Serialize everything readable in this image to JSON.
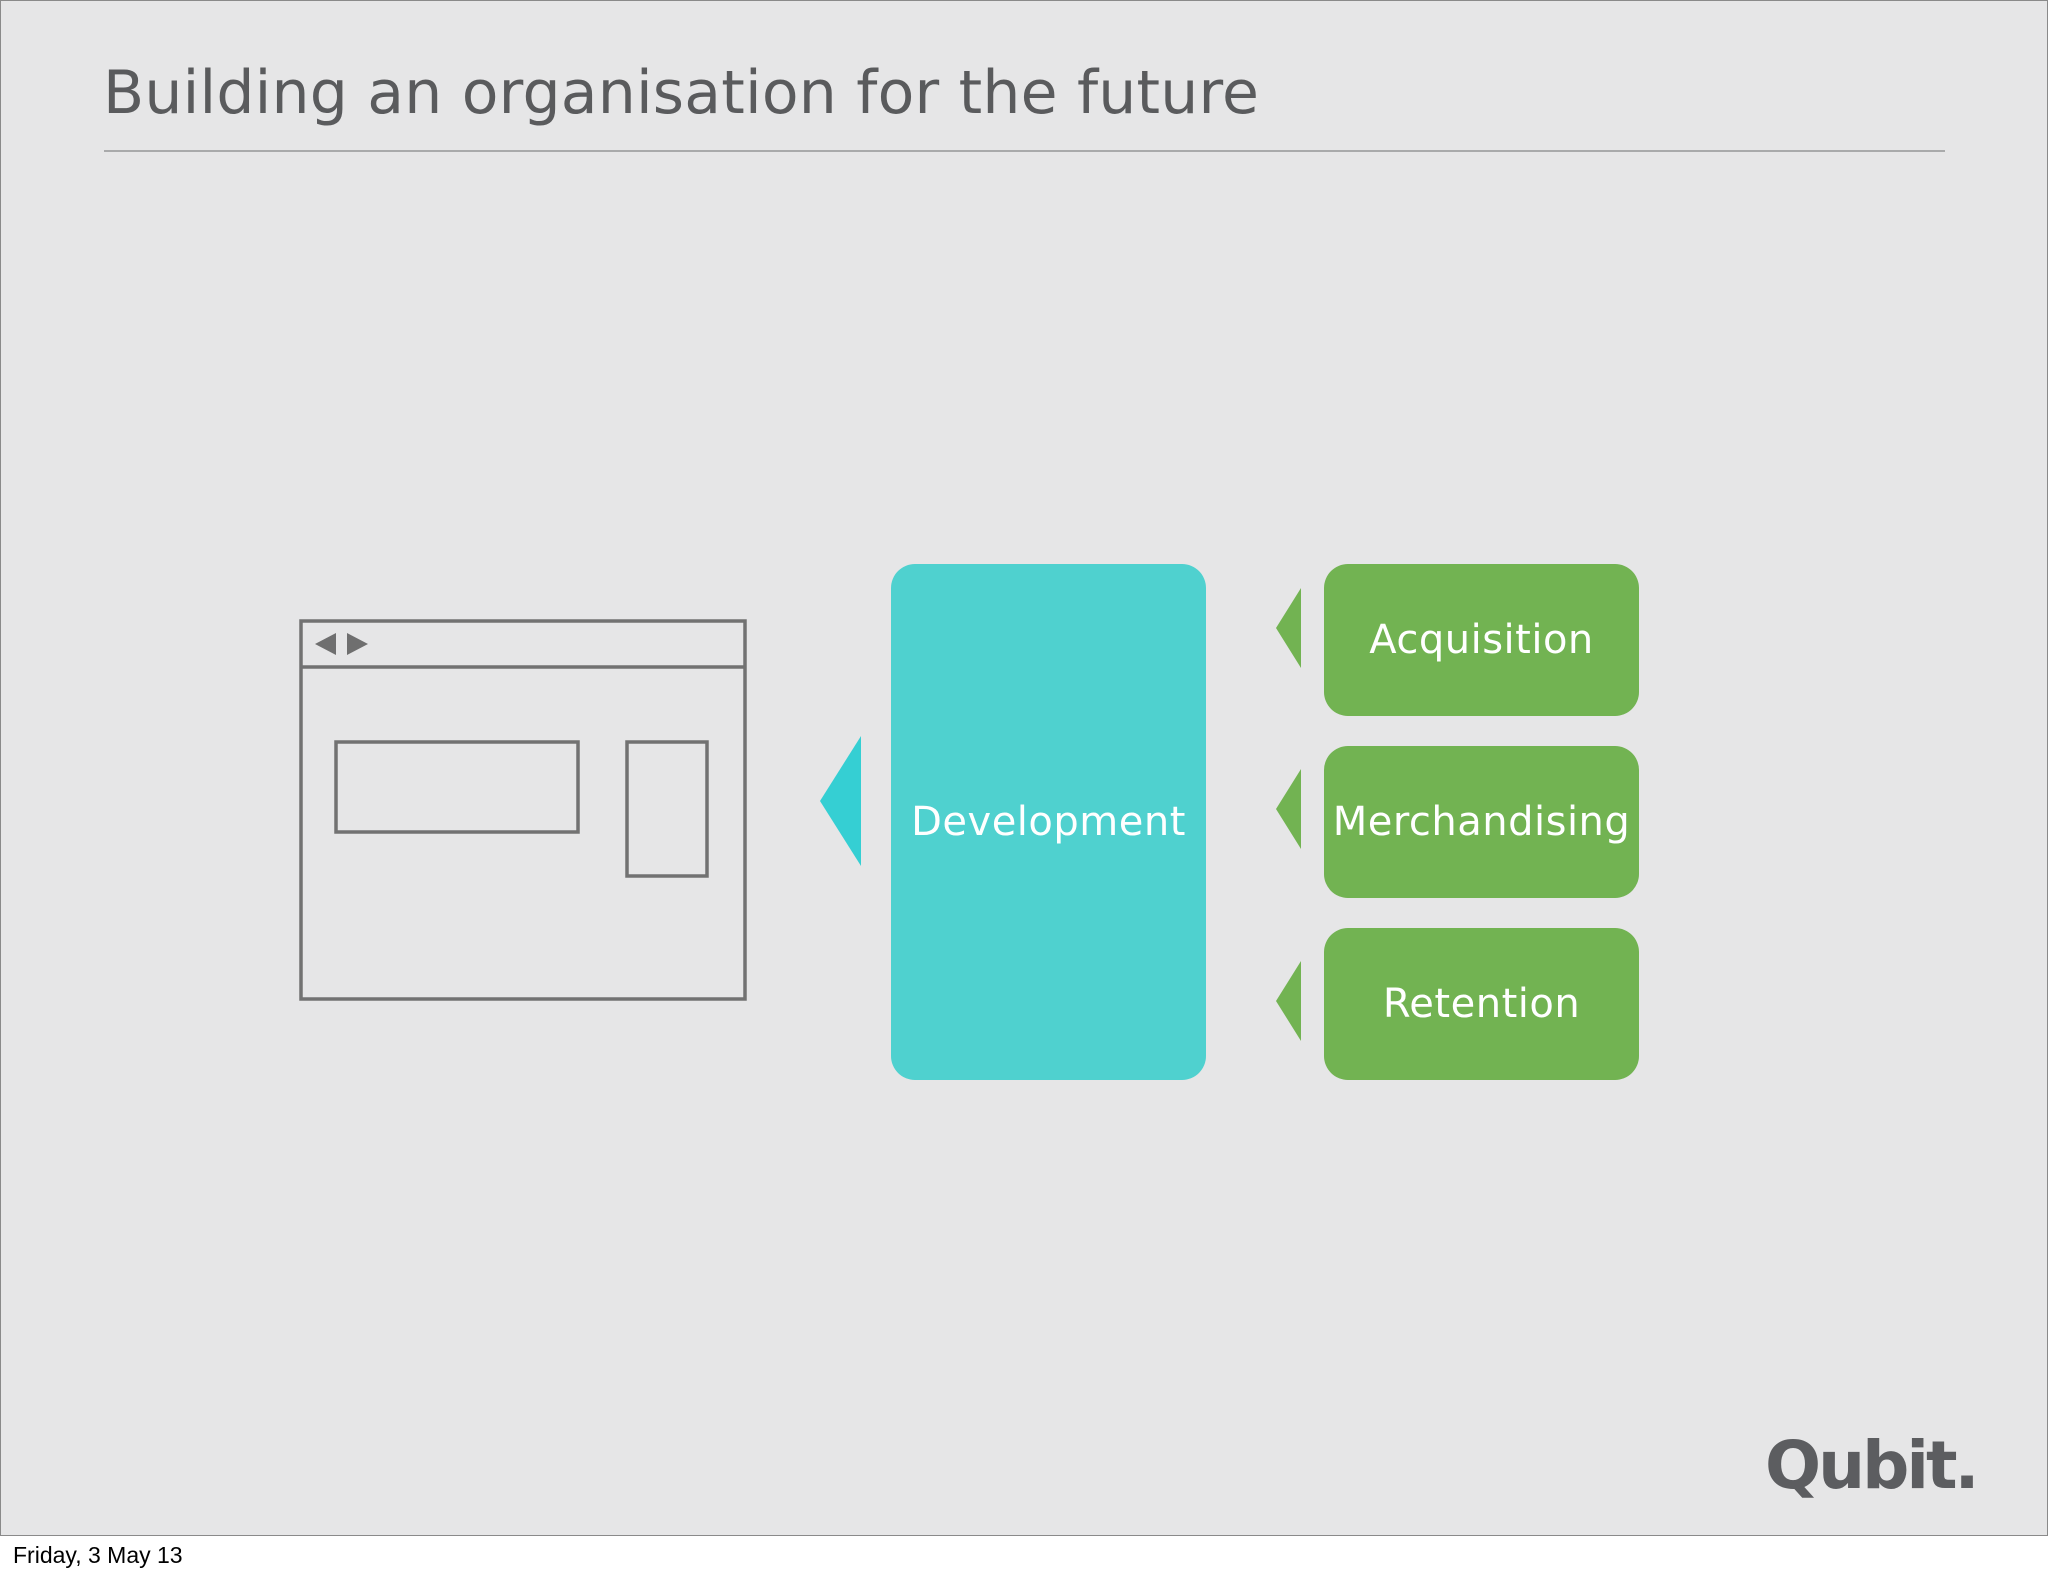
{
  "slide": {
    "title": "Building an organisation for the future",
    "brand": "Qubit."
  },
  "diagram": {
    "center_block": "Development",
    "side_blocks": [
      "Acquisition",
      "Merchandising",
      "Retention"
    ],
    "icons": {
      "browser": "browser-window-wireframe-icon",
      "nav_back": "nav-back-arrow-icon",
      "nav_forward": "nav-forward-arrow-icon",
      "connector": "triangle-pointer-icon"
    },
    "colors": {
      "development": "#4fd1cf",
      "development_pointer": "#35cfd3",
      "side_blocks": "#72b352",
      "wireframe": "#727272",
      "title_text": "#5a5b5d"
    }
  },
  "footer": {
    "date": "Friday, 3 May 13"
  }
}
